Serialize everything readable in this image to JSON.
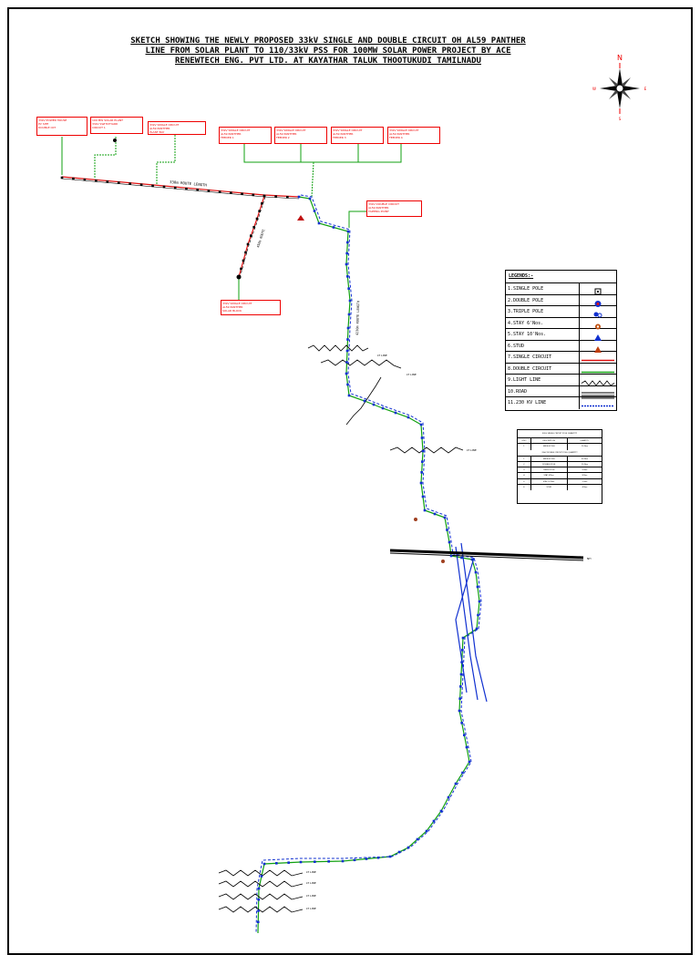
{
  "title": {
    "line1": "SKETCH SHOWING THE NEWLY PROPOSED 33kV SINGLE AND DOUBLE CIRCUIT OH AL59 PANTHER",
    "line2": "LINE FROM SOLAR PLANT TO 110/33kV PSS FOR 100MW SOLAR POWER PROJECT BY ACE",
    "line3": "RENEWTECH ENG. PVT LTD. AT KAYATHAR TALUK THOOTUKUDI TAMILNADU"
  },
  "compass": {
    "north": "N",
    "south": "S",
    "east": "E",
    "west": "W"
  },
  "callouts": [
    {
      "id": "c1",
      "lines": [
        "33kV POWER HOUSE",
        "PV SITE",
        "DOUBLE CKT"
      ]
    },
    {
      "id": "c2",
      "lines": [
        "100 MW SOLAR PLANT",
        "33kV SWITCHYARD",
        "CIRCUIT 1"
      ]
    },
    {
      "id": "c3",
      "lines": [
        "33kV SINGLE CIRCUIT",
        "AL59 PANTHER",
        "PLANT BAY"
      ]
    },
    {
      "id": "c4",
      "lines": [
        "33kV SINGLE CIRCUIT",
        "AL59 PANTHER",
        "FEEDER 1"
      ]
    },
    {
      "id": "c5",
      "lines": [
        "33kV SINGLE CIRCUIT",
        "AL59 PANTHER",
        "FEEDER 2"
      ]
    },
    {
      "id": "c6",
      "lines": [
        "33kV SINGLE CIRCUIT",
        "AL59 PANTHER",
        "FEEDER 3"
      ]
    },
    {
      "id": "c7",
      "lines": [
        "33kV SINGLE CIRCUIT",
        "AL59 PANTHER",
        "FEEDER 4"
      ]
    },
    {
      "id": "c8",
      "lines": [
        "33kV DOUBLE CIRCUIT",
        "AL59 PANTHER",
        "TAPPING POINT"
      ]
    },
    {
      "id": "c9",
      "lines": [
        "33kV SINGLE CIRCUIT",
        "AL59 PANTHER",
        "SOLAR BLOCK"
      ]
    }
  ],
  "route_labels": {
    "top_span": "330m ROUTE LENGTH",
    "branch_span": "450m ROUTE",
    "main_span": "4230m ROUTE LENGTH"
  },
  "crossing_labels": [
    "LT LINE",
    "LT LINE",
    "LT LINE",
    "LT LINE",
    "LT LINE",
    "LT LINE",
    "LT LINE"
  ],
  "road_label": "NH",
  "legend": {
    "heading": "LEGENDS:-",
    "items": [
      {
        "label": "1.SINGLE POLE",
        "symbol": "single-pole"
      },
      {
        "label": "2.DOUBLE POLE",
        "symbol": "double-pole"
      },
      {
        "label": "3.TRIPLE POLE",
        "symbol": "triple-pole"
      },
      {
        "label": "4.STAY 6'Nos.",
        "symbol": "stay-6"
      },
      {
        "label": "5.STAY 10'Nos.",
        "symbol": "stay-10"
      },
      {
        "label": "6.STUD",
        "symbol": "stud"
      },
      {
        "label": "7.SINGLE CIRCUIT",
        "symbol": "single-circuit"
      },
      {
        "label": "8.DOUBLE CIRCUIT",
        "symbol": "double-circuit"
      },
      {
        "label": "9.LIGHT LINE",
        "symbol": "light-line"
      },
      {
        "label": "10.ROAD",
        "symbol": "road"
      },
      {
        "label": "11.230 KV LINE",
        "symbol": "hv-line"
      }
    ]
  },
  "quantity_table": {
    "title": "33kV SINGLE CIRCUIT POLE QUANTITY",
    "subtitle": "33kV DOUBLE CIRCUIT POLE QUANTITY",
    "top_rows": [
      [
        "S.NO",
        "DESCRIPTION",
        "QUANTITY"
      ],
      [
        "1",
        "SINGLE POLE",
        "15 Nos"
      ]
    ],
    "rows": [
      [
        "1",
        "SINGLE POLE",
        "50 Nos"
      ],
      [
        "2",
        "DOUBLE POLE",
        "15 Nos"
      ],
      [
        "3",
        "TRIPLE POLE",
        "5 Nos"
      ],
      [
        "4",
        "STAY 6'Nos.",
        "8 Nos"
      ],
      [
        "5",
        "STAY 10'Nos.",
        "2 Nos"
      ],
      [
        "6",
        "STUD",
        "4 Nos"
      ]
    ]
  },
  "colors": {
    "single_circuit": "#e01010",
    "double_circuit": "#10a010",
    "hv_line": "#1030d0",
    "callout": "#e00000",
    "pole": "#000000"
  }
}
